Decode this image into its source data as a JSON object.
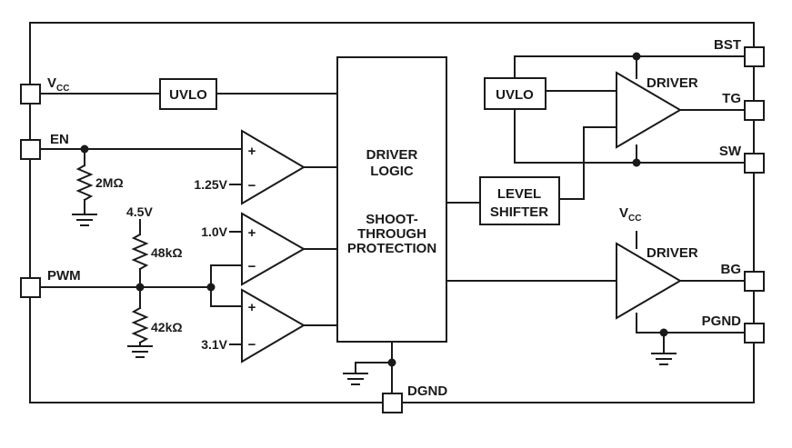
{
  "pins": {
    "vcc_main": "V",
    "vcc_sub": "CC",
    "en": "EN",
    "pwm": "PWM",
    "bst": "BST",
    "tg": "TG",
    "sw": "SW",
    "bg": "BG",
    "pgnd": "PGND",
    "dgnd": "DGND"
  },
  "blocks": {
    "uvlo_left": "UVLO",
    "uvlo_right": "UVLO",
    "logic_line1": "DRIVER",
    "logic_line2": "LOGIC",
    "protect_line1": "SHOOT-",
    "protect_line2": "THROUGH",
    "protect_line3": "PROTECTION",
    "shifter_line1": "LEVEL",
    "shifter_line2": "SHIFTER",
    "driver_top": "DRIVER",
    "driver_bottom": "DRIVER"
  },
  "components": {
    "en_resistor": "2MΩ",
    "pwm_upper_resistor": "48kΩ",
    "pwm_lower_resistor": "42kΩ",
    "bias_voltage": "4.5V",
    "ref_en": "1.25V",
    "ref_low": "1.0V",
    "ref_high": "3.1V",
    "driver_vcc_main": "V",
    "driver_vcc_sub": "CC"
  },
  "comparator_signs": {
    "plus": "+",
    "minus": "−"
  }
}
